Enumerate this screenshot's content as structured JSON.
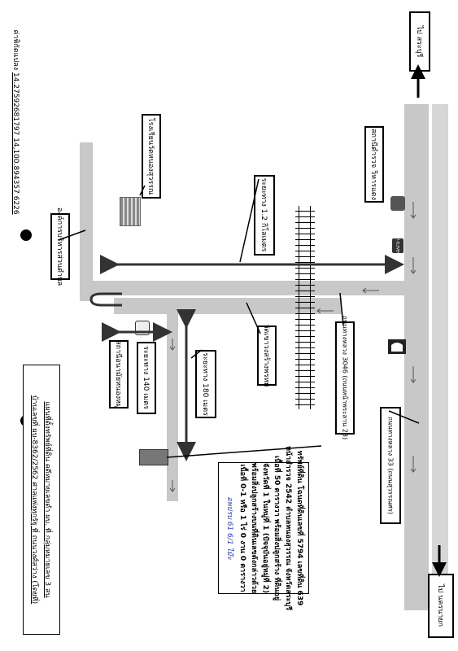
{
  "coords": {
    "label": "ค่าพิกัดแปลง",
    "value": "14.27592681797 14,100.894357 6226"
  },
  "directions": {
    "top": "ไป สระบุรี",
    "bottom": "ไป นครนายก"
  },
  "places": {
    "police": "สถานีตำรวจ วิหารแดง",
    "school": "โรงเรียนวัดหนองสุวรรณ",
    "temple": "วัดเขาวงสร้างพรหม",
    "health_center": "สถานีอนามัยหนองหมู",
    "district_office": "องค์การบริหารส่วนตำบล"
  },
  "roads": {
    "route_3046": "ถนนทางหลวง 3046 (ถนนหน้าพระลาน 28)",
    "route_33": "ถนนทางหลวง 33 (ถนนสุวรรณศร)"
  },
  "distances": {
    "d1": "ระยะทาง 1.2 กิโลเมตร",
    "d2": "ระยะทาง 140 เมตร",
    "d3": "ระยะทาง 180 เมตร"
  },
  "logos": {
    "seven": "7-ELEVEN"
  },
  "notice": {
    "line1": "แผนที่ตั้งทรัพย์ที่ดิน คดีหมายเลขดำ ผบ.  ที่  กลุ่มหมายเลข 3 สน",
    "line2": "บ้านเลขที่ ผบ-8362/2562 ศาลแพ่งทุกรัฐ ที่  ถนนวงศ์สว่าง  (โดยที่)"
  },
  "property": {
    "line1": "ทรัพย์ที่ดิน โฉนดที่ดินเลขที่ 5794 เลขที่ดิน 639",
    "line2": "หน้าสำรวจ 2542 ตำบลหนองสุวรรณ จังหวัดสระบุรี",
    "line3": "เนื้อที่ 50 ตารางวา พร้อมสิ่งปลูกสร้าง ที่ดินอยู่",
    "line4": "จังหวัดที่ 1 ในหมู่ที่ 1 (ปัจจุบันอยู่หมู่ที่ 2)",
    "line5": "พร้อมสิ่งปลูกสร้างบนที่ดินเลขดังกล่าวด้วย",
    "line6": "เนื้อที่ 0-1 หรือ 1 ไร่ 0 งาน 0 ตารางวา",
    "signature": "อพปรบ 61 6/1 ไมีะ"
  }
}
